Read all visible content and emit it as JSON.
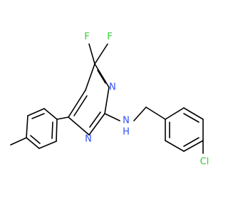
{
  "molecule": {
    "atoms": {
      "f_top_left": {
        "label": "F",
        "color": "#33cc33"
      },
      "f_top_right": {
        "label": "F",
        "color": "#33cc33"
      },
      "n_ring_upper": {
        "label": "N",
        "color": "#3050f8"
      },
      "n_ring_lower": {
        "label": "N",
        "color": "#3050f8"
      },
      "nh": {
        "label": "N",
        "color": "#3050f8"
      },
      "h_on_n": {
        "label": "H",
        "color": "#3050f8"
      },
      "cl": {
        "label": "Cl",
        "color": "#33cc33"
      }
    },
    "bond_color": "#000000"
  }
}
